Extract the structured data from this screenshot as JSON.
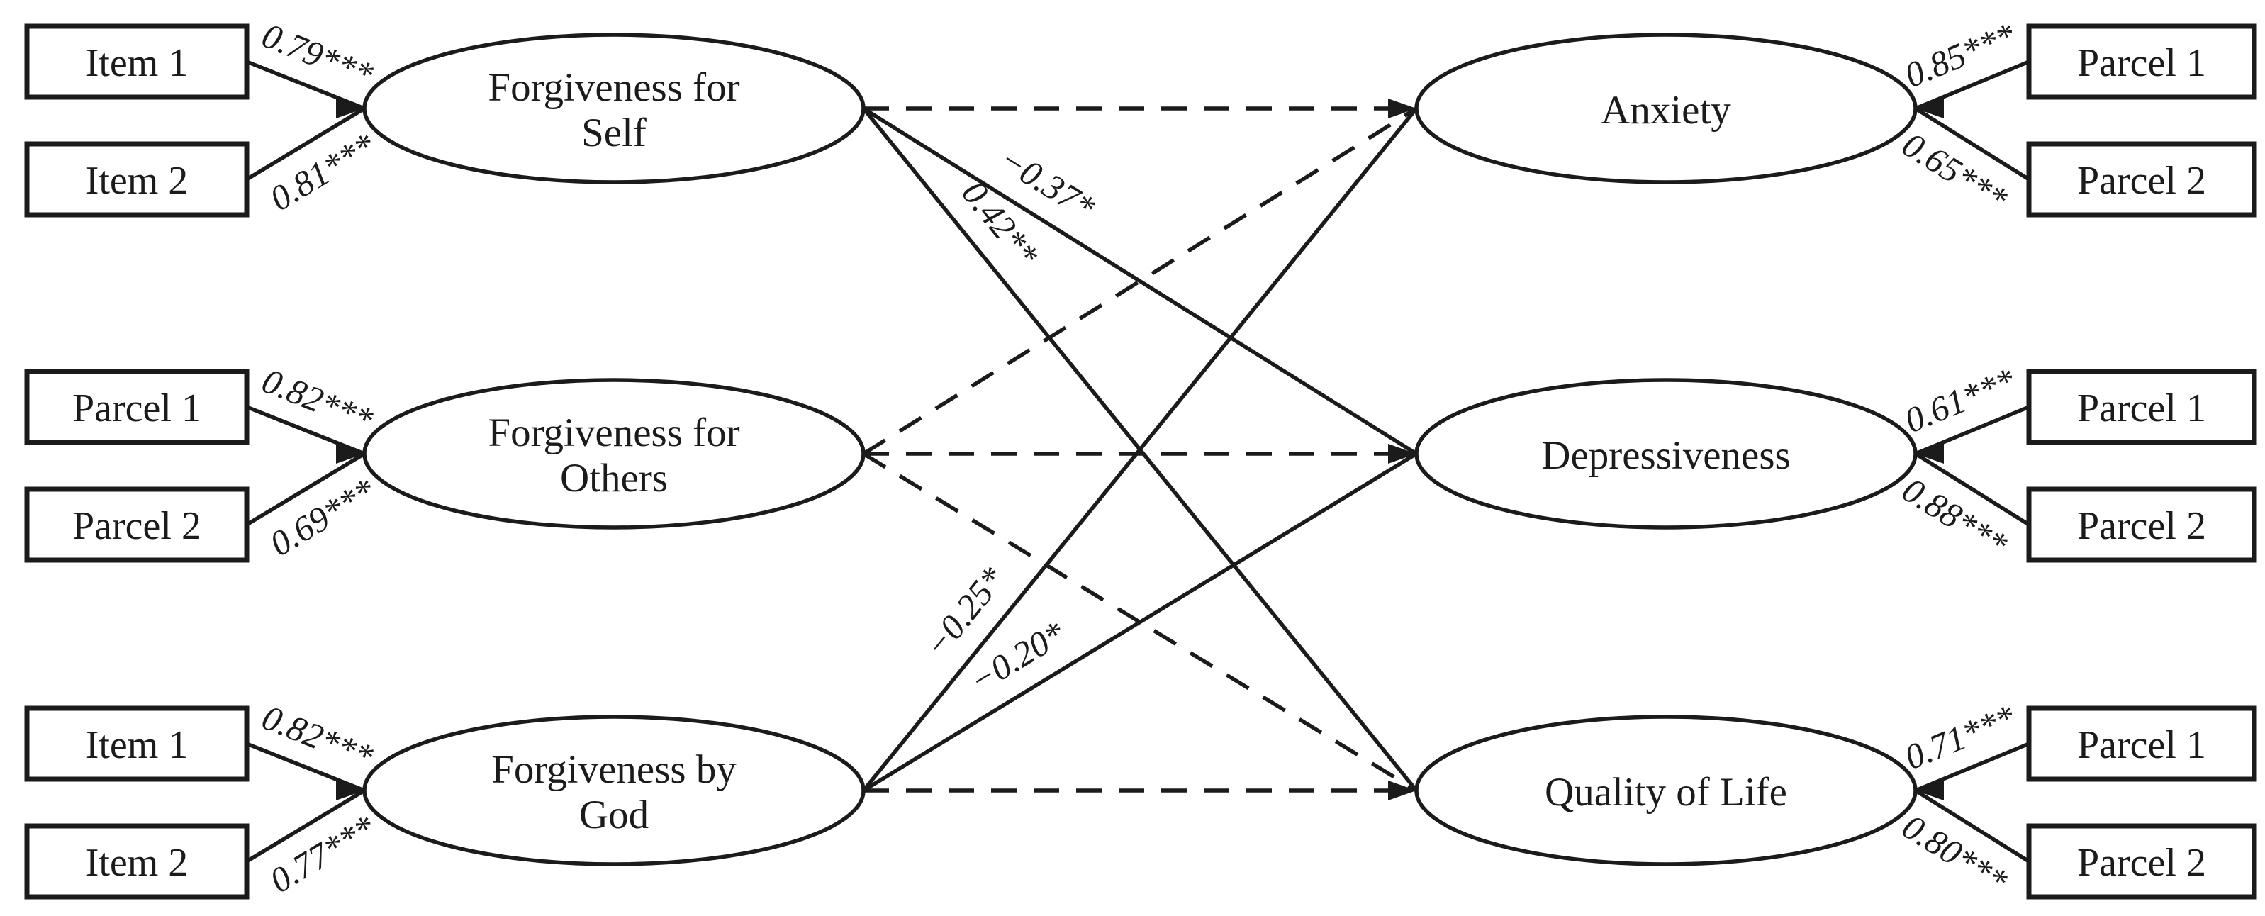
{
  "figure": {
    "kind": "structural-equation-model-path-diagram",
    "background_color": "#ffffff",
    "ink_color": "#1b1b1b"
  },
  "latents": [
    {
      "id": "self",
      "side": "left",
      "row": 0,
      "label_lines": [
        "Forgiveness for",
        "Self"
      ]
    },
    {
      "id": "others",
      "side": "left",
      "row": 1,
      "label_lines": [
        "Forgiveness for",
        "Others"
      ]
    },
    {
      "id": "god",
      "side": "left",
      "row": 2,
      "label_lines": [
        "Forgiveness by",
        "God"
      ]
    },
    {
      "id": "anxiety",
      "side": "right",
      "row": 0,
      "label_lines": [
        "Anxiety"
      ]
    },
    {
      "id": "depressiveness",
      "side": "right",
      "row": 1,
      "label_lines": [
        "Depressiveness"
      ]
    },
    {
      "id": "qol",
      "side": "right",
      "row": 2,
      "label_lines": [
        "Quality of Life"
      ]
    }
  ],
  "indicators": [
    {
      "latent": "self",
      "slot": 0,
      "label": "Item 1",
      "loading": "0.79***"
    },
    {
      "latent": "self",
      "slot": 1,
      "label": "Item 2",
      "loading": "0.81***"
    },
    {
      "latent": "others",
      "slot": 0,
      "label": "Parcel 1",
      "loading": "0.82***"
    },
    {
      "latent": "others",
      "slot": 1,
      "label": "Parcel 2",
      "loading": "0.69***"
    },
    {
      "latent": "god",
      "slot": 0,
      "label": "Item 1",
      "loading": "0.82***"
    },
    {
      "latent": "god",
      "slot": 1,
      "label": "Item 2",
      "loading": "0.77***"
    },
    {
      "latent": "anxiety",
      "slot": 0,
      "label": "Parcel 1",
      "loading": "0.85***"
    },
    {
      "latent": "anxiety",
      "slot": 1,
      "label": "Parcel 2",
      "loading": "0.65***"
    },
    {
      "latent": "depressiveness",
      "slot": 0,
      "label": "Parcel 1",
      "loading": "0.61***"
    },
    {
      "latent": "depressiveness",
      "slot": 1,
      "label": "Parcel 2",
      "loading": "0.88***"
    },
    {
      "latent": "qol",
      "slot": 0,
      "label": "Parcel 1",
      "loading": "0.71***"
    },
    {
      "latent": "qol",
      "slot": 1,
      "label": "Parcel 2",
      "loading": "0.80***"
    }
  ],
  "paths": [
    {
      "from": "self",
      "to": "anxiety",
      "style": "dashed",
      "label": ""
    },
    {
      "from": "self",
      "to": "depressiveness",
      "style": "solid",
      "label": "−0.37*",
      "label_t": 0.3
    },
    {
      "from": "self",
      "to": "qol",
      "style": "solid",
      "label": "0.42**",
      "label_t": 0.2
    },
    {
      "from": "others",
      "to": "anxiety",
      "style": "dashed",
      "label": ""
    },
    {
      "from": "others",
      "to": "depressiveness",
      "style": "dashed",
      "label": ""
    },
    {
      "from": "others",
      "to": "qol",
      "style": "dashed",
      "label": ""
    },
    {
      "from": "god",
      "to": "anxiety",
      "style": "solid",
      "label": "−0.25*",
      "label_t": 0.23
    },
    {
      "from": "god",
      "to": "depressiveness",
      "style": "solid",
      "label": "−0.20*",
      "label_t": 0.31
    },
    {
      "from": "god",
      "to": "qol",
      "style": "dashed",
      "label": ""
    }
  ]
}
